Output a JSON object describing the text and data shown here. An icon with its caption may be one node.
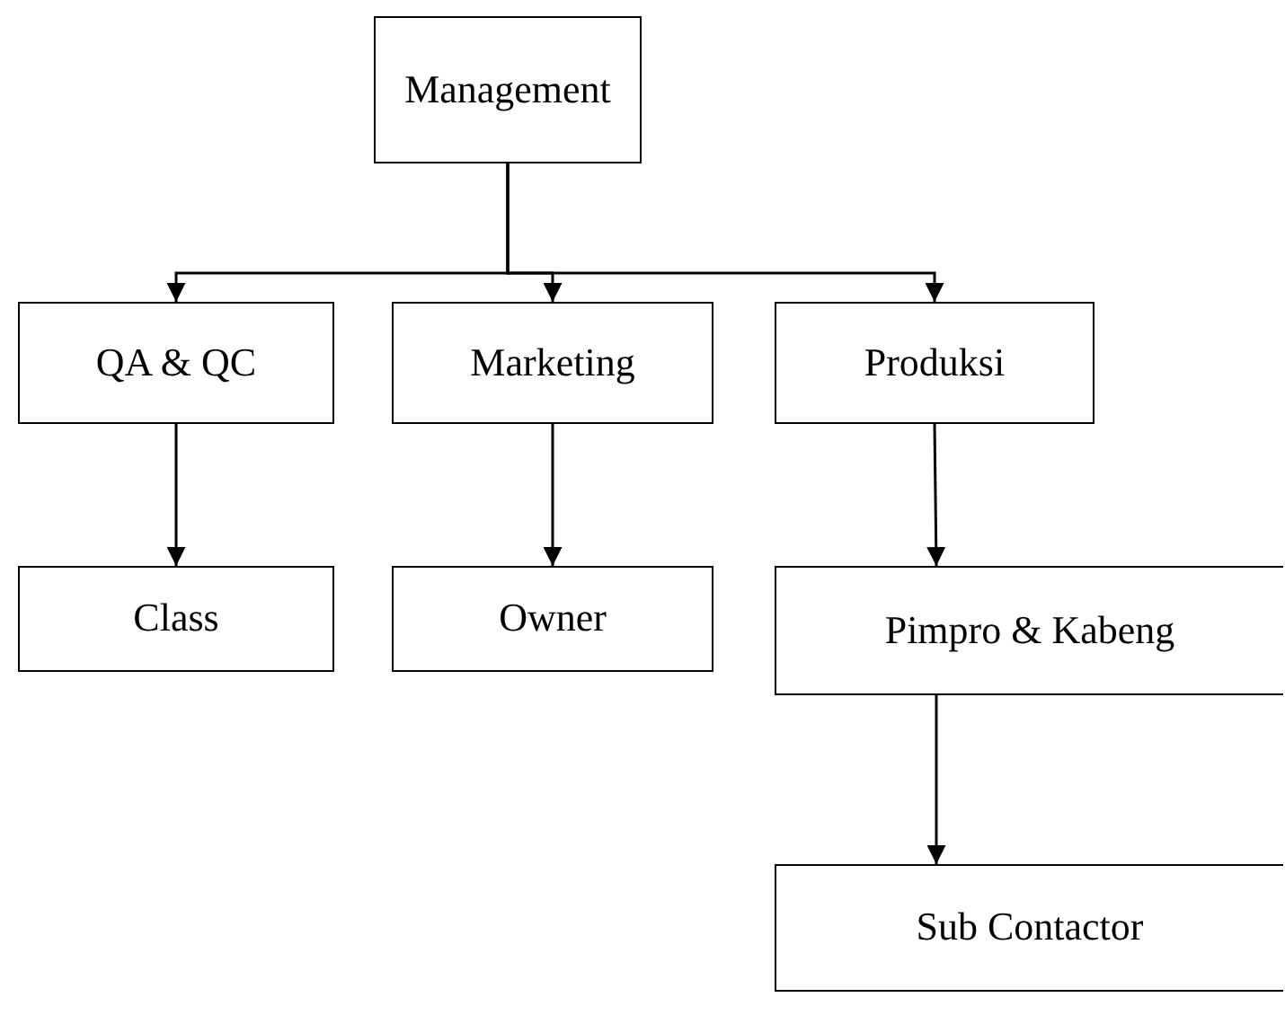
{
  "diagram": {
    "nodes": [
      {
        "text": [
          "Management"
        ]
      },
      {
        "text": [
          "QA & QC"
        ]
      },
      {
        "text": [
          "Marketing"
        ]
      },
      {
        "text": [
          "Produksi"
        ]
      },
      {
        "text": [
          "Class"
        ]
      },
      {
        "text": [
          "Owner"
        ]
      },
      {
        "text": [
          "Pimpro & Kabeng"
        ]
      },
      {
        "text": [
          "Sub Contactor"
        ]
      }
    ],
    "edges": [
      {
        "from": 0,
        "to": 1,
        "arrow": "to"
      },
      {
        "from": 0,
        "to": 2,
        "arrow": "to"
      },
      {
        "from": 0,
        "to": 3,
        "arrow": "to"
      },
      {
        "from": 1,
        "to": 4,
        "arrow": "to"
      },
      {
        "from": 2,
        "to": 5,
        "arrow": "to"
      },
      {
        "from": 3,
        "to": 6,
        "arrow": "to"
      },
      {
        "from": 6,
        "to": 7,
        "arrow": "to"
      }
    ]
  }
}
